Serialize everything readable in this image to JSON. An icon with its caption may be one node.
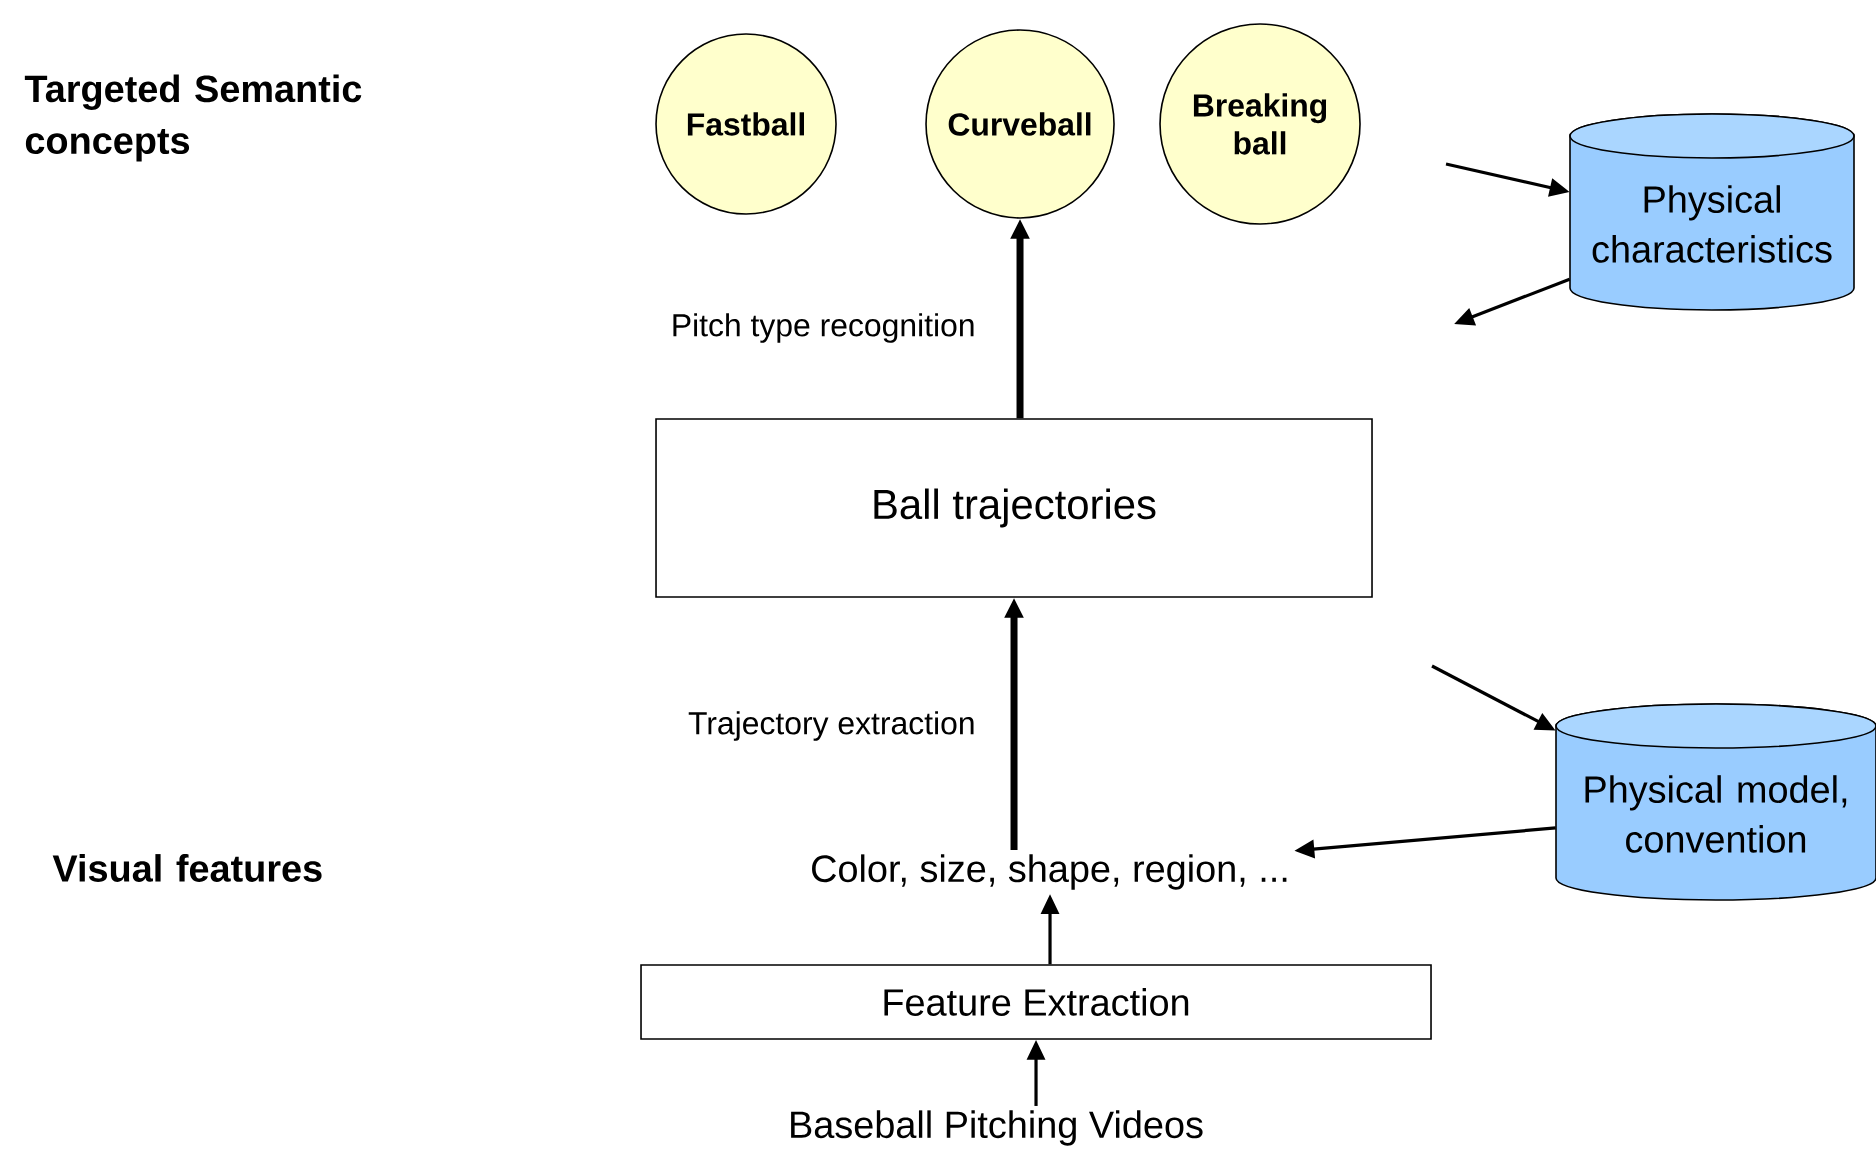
{
  "diagram": {
    "nodes": [
      {
        "text": [
          "Fastball"
        ]
      },
      {
        "text": [
          "Curveball"
        ]
      },
      {
        "text": [
          "Breaking ball"
        ]
      },
      {
        "text": [
          "Physical characteristics"
        ]
      },
      {
        "text": [
          "Ball trajectories"
        ]
      },
      {
        "text": [
          "Color, size, shape, region, ..."
        ]
      },
      {
        "text": [
          "Physical model, convention"
        ]
      },
      {
        "text": [
          "Feature Extraction"
        ]
      },
      {
        "text": [
          "Baseball Pitching Videos"
        ]
      }
    ],
    "edges": [
      {
        "from": 4,
        "to": 1,
        "arrow": "to",
        "label": "Pitch type recognition",
        "style": "thick"
      },
      {
        "from": null,
        "to": 3,
        "arrow": "to"
      },
      {
        "from": 3,
        "to": null,
        "arrow": "to"
      },
      {
        "from": 5,
        "to": 4,
        "arrow": "to",
        "label": "Trajectory extraction",
        "style": "thick"
      },
      {
        "from": null,
        "to": 6,
        "arrow": "to"
      },
      {
        "from": 6,
        "to": 5,
        "arrow": "to"
      },
      {
        "from": 7,
        "to": 5,
        "arrow": "to"
      },
      {
        "from": 8,
        "to": 7,
        "arrow": "to"
      }
    ],
    "labels": [
      "Targeted Semantic concepts",
      "Visual features"
    ]
  }
}
